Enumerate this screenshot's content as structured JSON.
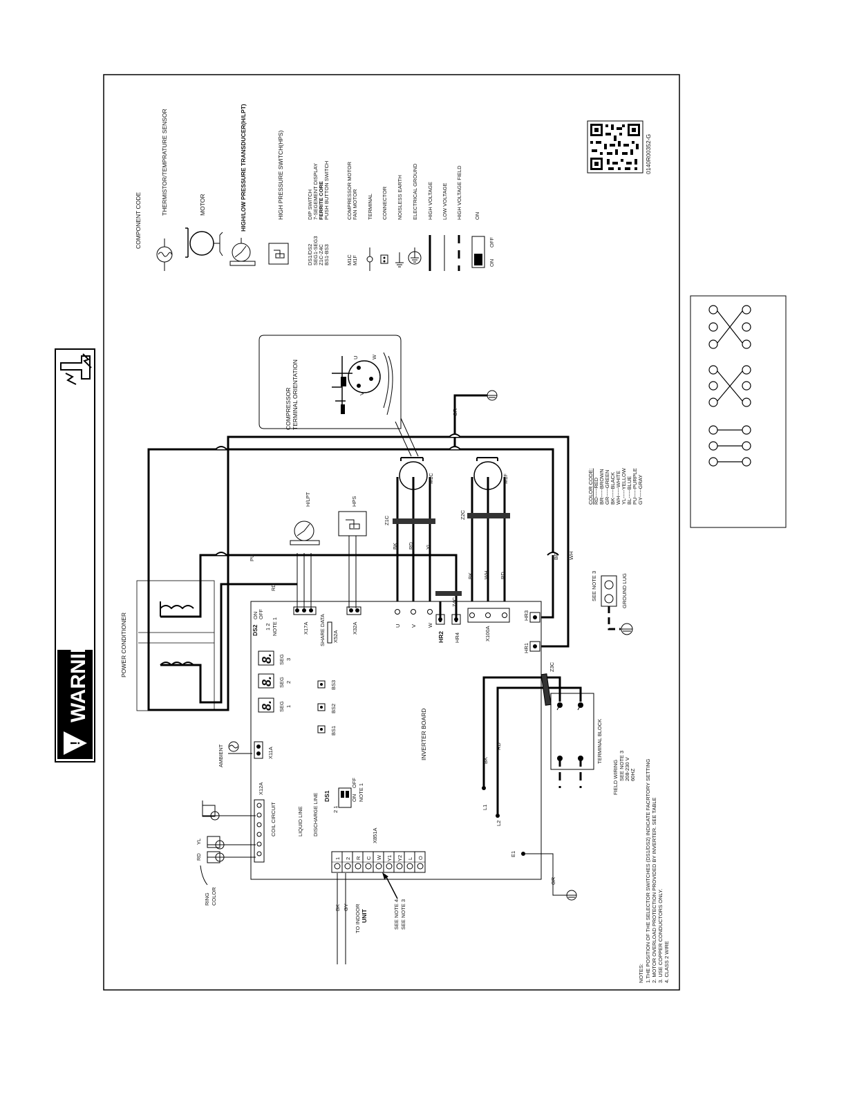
{
  "warning": {
    "label": "WARNING"
  },
  "legend": {
    "title": "COMPONENT CODE",
    "thermistor": "THERMISTOR/TEMPRATURE SENSOR",
    "motor": "MOTOR",
    "hlpt": "HIGH/LOW PRESSURE TRANSDUCER(H/LPT)",
    "hps": "HIGH PRESSURE SWITCH(HPS)",
    "codes1": [
      "DS1/DS2",
      "SEG1-SEG3",
      "Z1C-Z4C",
      "BS1-BS3"
    ],
    "names1": [
      "DIP SWITCH",
      "7-SEGEMENT DISPLAY",
      "FERRITE CORE",
      "PUSH BUTTON SWITCH"
    ],
    "codes2": [
      "M1C",
      "M1F"
    ],
    "names2": [
      "COMPRESSOR MOTOR",
      "FAN MOTOR"
    ],
    "terminal": "TERMINAL",
    "connector": "CONNECTOR",
    "noiseless_earth": "NOISLESS EARTH",
    "electrical_ground": "ELECTRICAL GROUND",
    "high_voltage": "HIGH VOLTAGE",
    "low_voltage": "LOW VOLTAGE",
    "high_voltage_field": "HIGH VOLTAGE FIELD",
    "on_label": "ON",
    "switch_on": "ON",
    "switch_off": "OFF"
  },
  "doc_number": "0140R00352-G",
  "compressor": {
    "title1": "COMPRESSOR",
    "title2": "TERMINAL ORIENTATION",
    "u": "U",
    "v": "V",
    "w": "W"
  },
  "power_conditioner": "POWER CONDITIONER",
  "inverter_board": "INVERTER BOARD",
  "hlpt_label": "H/LPT",
  "hps_label": "HPS",
  "motors": {
    "m1c": "M1C",
    "m1f": "M1F"
  },
  "ferrites": {
    "z1c": "Z1C",
    "z2c": "Z2C",
    "z3c": "Z3C",
    "z4c": "Z4C"
  },
  "wire_labels": {
    "pu": "PU",
    "rd": "RD",
    "bk": "BK",
    "yl": "YL",
    "wh": "WH",
    "br": "BR",
    "gr": "GR",
    "gy": "GY"
  },
  "board": {
    "ds2": "DS2",
    "ds2_on": "ON",
    "ds2_off": "OFF",
    "ds2_nums": "1  2",
    "note1": "NOTE 1",
    "x17a": "X17A",
    "share_data": "SHARE DATA",
    "x52a": "X52A",
    "x32a": "X32A",
    "u": "U",
    "v": "V",
    "w": "W",
    "hr2": "HR2",
    "hr4": "HR4",
    "x100a": "X100A",
    "hr3": "HR3",
    "hr1": "HR1",
    "seg": "SEG",
    "seg1": "1",
    "seg2": "2",
    "seg3": "3",
    "bs1": "BS1",
    "bs2": "BS2",
    "bs3": "BS3",
    "x11a": "X11A",
    "ambient": "AMBIENT",
    "x12a": "X12A",
    "coil_circuit": "COIL CIRCUIT",
    "liquid_line": "LIQUID LINE",
    "discharge_line": "DISCHARGE LINE",
    "ds1": "DS1",
    "ds1_nums": "2  1",
    "ds1_on": "ON",
    "ds1_off": "OFF",
    "x851a": "X851A",
    "terminals": [
      "1",
      "2",
      "R",
      "C",
      "W",
      "Y1",
      "Y2",
      "L",
      "O"
    ],
    "e1": "E1",
    "l1": "L1",
    "l2": "L2"
  },
  "terminal_block": "TERMINAL BLOCK",
  "field_wiring": [
    "FIELD WIRING",
    "SEE NOTE 3",
    "208-230 V",
    "60HZ"
  ],
  "see_note_3": "SEE NOTE 3",
  "ground_lug": "GROUND LUG",
  "ring_color": [
    "RING",
    "COLOR"
  ],
  "to_indoor": [
    "TO INDOOR",
    "UNIT"
  ],
  "see_notes": [
    "SEE NOTE 4",
    "SEE NOTE 3"
  ],
  "color_code": {
    "title": "COLOR CODE:",
    "entries": [
      "RD-----RED",
      "BR-----BROWN",
      "GR-----GREEN",
      "BK-----BLACK",
      "WH-----WHITE",
      "YL-----YELLOW",
      "BL-----BLUE",
      "PU-----PURPLE",
      "GY-----GRAY"
    ]
  },
  "notes": {
    "title": "NOTES:",
    "items": [
      "1.THE POSITION OF THE SELECTOR SWITCHES (DS1/DS2) INDICATE FACRTORY SETTING",
      "2. MOTOR OVERLOAD PROTECTION PROVIDED BY INVERTER. SEE TABLE",
      "3. USE COPPER CONDUCTORS ONLY.",
      "4. CLASS 2 WIRE"
    ]
  }
}
